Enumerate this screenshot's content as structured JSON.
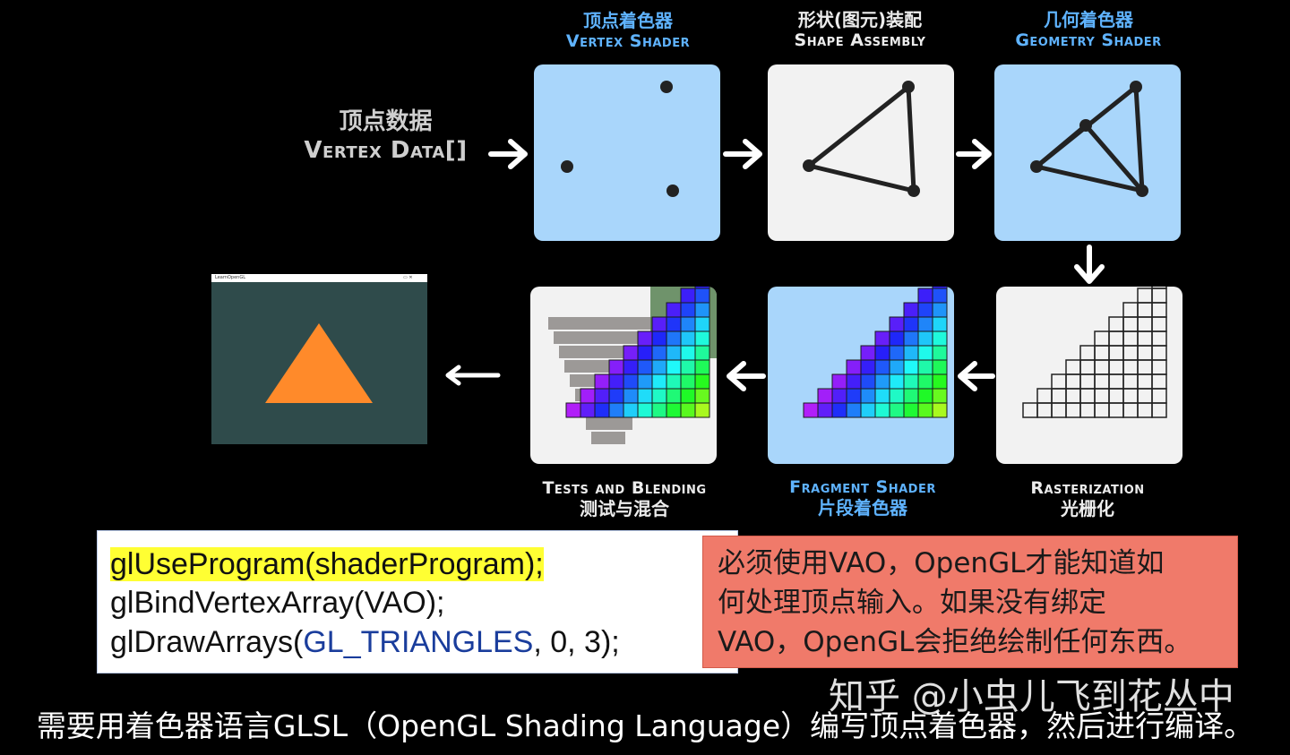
{
  "stages": {
    "vertex_shader": {
      "zh": "顶点着色器",
      "en": "Vertex Shader"
    },
    "shape_assembly": {
      "zh": "形状(图元)装配",
      "en": "Shape Assembly"
    },
    "geometry_shader": {
      "zh": "几何着色器",
      "en": "Geometry Shader"
    },
    "tests_blending": {
      "zh": "测试与混合",
      "en": "Tests and Blending"
    },
    "fragment_shader": {
      "zh": "片段着色器",
      "en": "Fragment Shader"
    },
    "rasterization": {
      "zh": "光栅化",
      "en": "Rasterization"
    }
  },
  "vertex_data": {
    "zh": "顶点数据",
    "en": "Vertex Data[]"
  },
  "output_window": {
    "title": "LearnOpenGL",
    "controls": "▭ ✕"
  },
  "code": {
    "line1": "glUseProgram(shaderProgram);",
    "line2": "glBindVertexArray(VAO);",
    "line3_fn": "glDrawArrays(",
    "line3_kw": "GL_TRIANGLES",
    "line3_rest": ", 0, 3);"
  },
  "note": {
    "line1": "必须使用VAO，OpenGL才能知道如",
    "line2": "何处理顶点输入。如果没有绑定",
    "line3": "VAO，OpenGL会拒绝绘制任何东西。"
  },
  "watermark": "知乎 @小虫儿飞到花丛中",
  "subtitle": "需要用着色器语言GLSL（OpenGL Shading Language）编写顶点着色器，然后进行编译。",
  "colors": {
    "stage_title_blue": "#5fb3ff",
    "box_blue": "#a9d6fb",
    "box_light": "#f2f2f2",
    "triangle_orange": "#ff8a2a",
    "window_bg": "#2f4b4b",
    "note_bg": "#f07a6a",
    "code_highlight": "#ffff33"
  }
}
